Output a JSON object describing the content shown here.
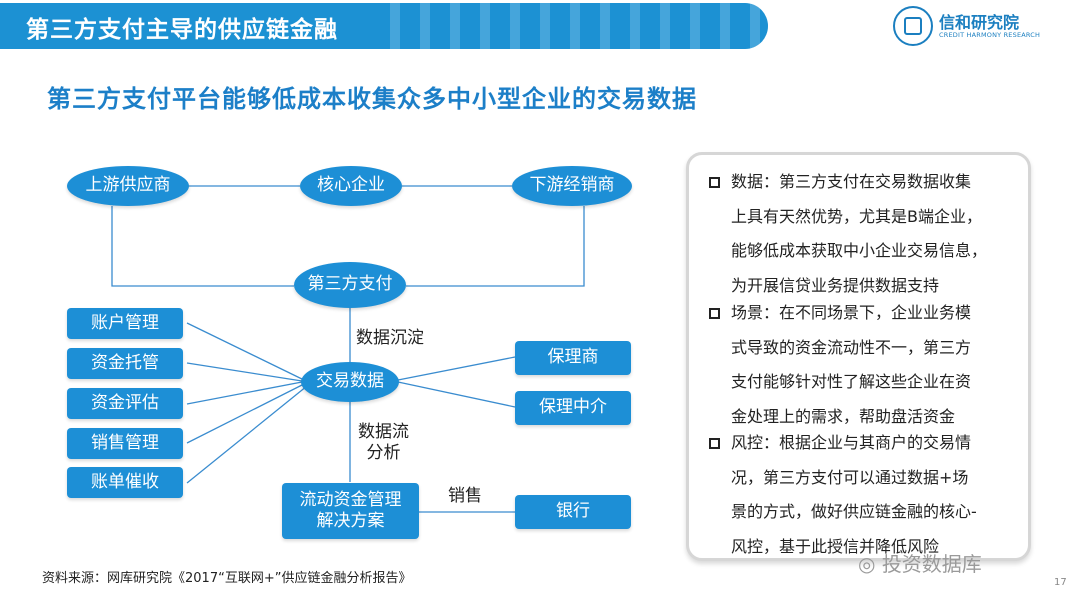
{
  "header": {
    "title": "第三方支付主导的供应链金融"
  },
  "logo": {
    "name": "信和研究院",
    "subtitle": "CREDIT HARMONY RESEARCH"
  },
  "subtitle": "第三方支付平台能够低成本收集众多中小型企业的交易数据",
  "diagram": {
    "nodes": {
      "upstream": "上游供应商",
      "core": "核心企业",
      "downstream": "下游经销商",
      "thirdparty": "第三方支付",
      "account": "账户管理",
      "custody": "资金托管",
      "evaluation": "资金评估",
      "sales_mgmt": "销售管理",
      "billing": "账单催收",
      "trade_data": "交易数据",
      "factor": "保理商",
      "factor_agent": "保理中介",
      "solution_line1": "流动资金管理",
      "solution_line2": "解决方案",
      "bank": "银行"
    },
    "edge_labels": {
      "deposit": "数据沉淀",
      "flow_line1": "数据流",
      "flow_line2": "分析",
      "sales": "销售"
    },
    "colors": {
      "node_fill": "#1d8fd6",
      "connector": "#3a8ccf"
    }
  },
  "panel": {
    "items": [
      {
        "lines": [
          "数据：第三方支付在交易数据收集",
          "上具有天然优势，尤其是B端企业，",
          "能够低成本获取中小企业交易信息，",
          "为开展信贷业务提供数据支持"
        ]
      },
      {
        "lines": [
          "场景：在不同场景下，企业业务模",
          "式导致的资金流动性不一，第三方",
          "支付能够针对性了解这些企业在资",
          "金处理上的需求，帮助盘活资金"
        ]
      },
      {
        "lines": [
          "风控：根据企业与其商户的交易情",
          "况，第三方支付可以通过数据+场",
          "景的方式，做好供应链金融的核心-",
          "风控，基于此授信并降低风险"
        ]
      }
    ]
  },
  "source": "资料来源：网库研究院《2017“互联网+”供应链金融分析报告》",
  "watermark": "投资数据库",
  "page_number": "17"
}
